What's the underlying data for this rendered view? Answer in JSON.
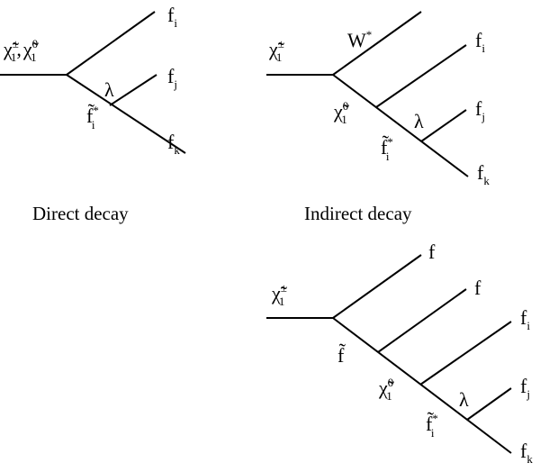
{
  "diagram_a": {
    "initial": [
      {
        "base": "χ̃",
        "sup": "±",
        "sub": "1"
      },
      {
        "base": ",",
        "sup": "",
        "sub": ""
      },
      {
        "base": "χ̃",
        "sup": "0",
        "sub": "1"
      }
    ],
    "coupling": "λ",
    "propagator": {
      "base": "f̃",
      "sup": "*",
      "sub": "i"
    },
    "outputs": [
      {
        "base": "f",
        "sub": "i"
      },
      {
        "base": "f",
        "sub": "j"
      },
      {
        "base": "f",
        "sub": "k"
      }
    ],
    "caption": "Direct decay"
  },
  "diagram_b": {
    "initial": {
      "base": "χ̃",
      "sup": "±",
      "sub": "1"
    },
    "boson": {
      "base": "W",
      "sup": "*"
    },
    "neutralino": {
      "base": "χ̃",
      "sup": "0",
      "sub": "1"
    },
    "coupling": "λ",
    "propagator": {
      "base": "f̃",
      "sup": "*",
      "sub": "i"
    },
    "outputs": [
      {
        "base": "f",
        "sub": "i"
      },
      {
        "base": "f",
        "sub": "j"
      },
      {
        "base": "f",
        "sub": "k"
      }
    ],
    "caption": "Indirect decay"
  },
  "diagram_c": {
    "initial": {
      "base": "χ̃",
      "sup": "±",
      "sub": "1"
    },
    "sfermion": {
      "base": "f̃"
    },
    "neutralino": {
      "base": "χ̃",
      "sup": "0",
      "sub": "1"
    },
    "coupling": "λ",
    "propagator": {
      "base": "f̃",
      "sup": "*",
      "sub": "i"
    },
    "outputs": [
      {
        "base": "f",
        "sub": ""
      },
      {
        "base": "f",
        "sub": ""
      },
      {
        "base": "f",
        "sub": "i"
      },
      {
        "base": "f",
        "sub": "j"
      },
      {
        "base": "f",
        "sub": "k"
      }
    ]
  }
}
